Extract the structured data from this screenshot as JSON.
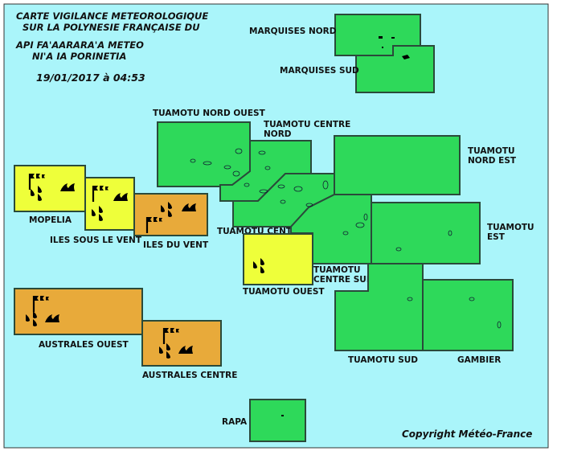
{
  "header": {
    "title_lines": [
      "CARTE VIGILANCE METEOROLOGIQUE",
      "SUR LA POLYNESIE FRANÇAISE DU",
      "API FA'AARARA'A METEO",
      "NI'A IA PORINETIA"
    ],
    "date": "19/01/2017 à 04:53"
  },
  "copyright": "Copyright Météo-France",
  "colors": {
    "sea": "#aaf5fa",
    "green": "#2ed95a",
    "yellow": "#eeff3a",
    "orange": "#e8aa3a"
  },
  "zones": {
    "marquises_nord": {
      "label": "MARQUISES NORD",
      "level": "green"
    },
    "marquises_sud": {
      "label": "MARQUISES SUD",
      "level": "green"
    },
    "tuamotu_nord_ouest": {
      "label": "TUAMOTU NORD OUEST",
      "level": "green"
    },
    "tuamotu_centre_nord": {
      "label_lines": [
        "TUAMOTU CENTRE",
        "NORD"
      ],
      "level": "green"
    },
    "tuamotu_nord_est": {
      "label_lines": [
        "TUAMOTU",
        "NORD EST"
      ],
      "level": "green"
    },
    "tuamotu_centre": {
      "label": "TUAMOTU CENTRE",
      "level": "green"
    },
    "tuamotu_est": {
      "label_lines": [
        "TUAMOTU",
        "EST"
      ],
      "level": "green"
    },
    "tuamotu_centre_sud": {
      "label_lines": [
        "TUAMOTU",
        "CENTRE SUD"
      ],
      "level": "green"
    },
    "tuamotu_ouest": {
      "label": "TUAMOTU OUEST",
      "level": "yellow",
      "hazards": [
        "rain"
      ]
    },
    "tuamotu_sud": {
      "label": "TUAMOTU SUD",
      "level": "green"
    },
    "gambier": {
      "label": "GAMBIER",
      "level": "green"
    },
    "mopelia": {
      "label": "MOPELIA",
      "level": "yellow",
      "hazards": [
        "wind",
        "rain",
        "waves"
      ]
    },
    "iles_sous_le_vent": {
      "label": "ILES SOUS LE VENT",
      "level": "yellow",
      "hazards": [
        "wind",
        "rain",
        "waves"
      ]
    },
    "iles_du_vent": {
      "label": "ILES DU VENT",
      "level": "orange",
      "hazards": [
        "rain",
        "waves"
      ]
    },
    "australes_ouest": {
      "label": "AUSTRALES OUEST",
      "level": "orange",
      "hazards": [
        "wind",
        "rain",
        "waves"
      ]
    },
    "australes_centre": {
      "label": "AUSTRALES CENTRE",
      "level": "orange",
      "hazards": [
        "wind",
        "rain",
        "waves"
      ]
    },
    "rapa": {
      "label": "RAPA",
      "level": "green"
    }
  }
}
